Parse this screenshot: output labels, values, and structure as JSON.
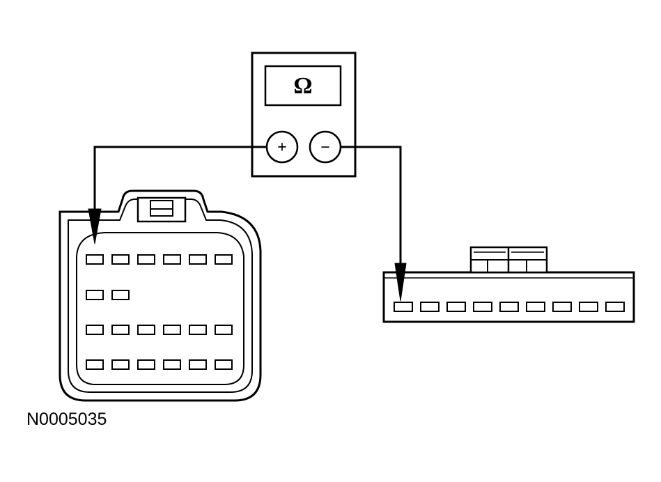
{
  "meter": {
    "display_symbol": "Ω",
    "positive_terminal": "+",
    "negative_terminal": "−"
  },
  "figure": {
    "reference_id": "N0005035"
  },
  "connector_a": {
    "rows": [
      6,
      2,
      6,
      6
    ]
  },
  "connector_b": {
    "pin_count": 9
  },
  "colors": {
    "line": "#000000",
    "background": "#ffffff"
  }
}
